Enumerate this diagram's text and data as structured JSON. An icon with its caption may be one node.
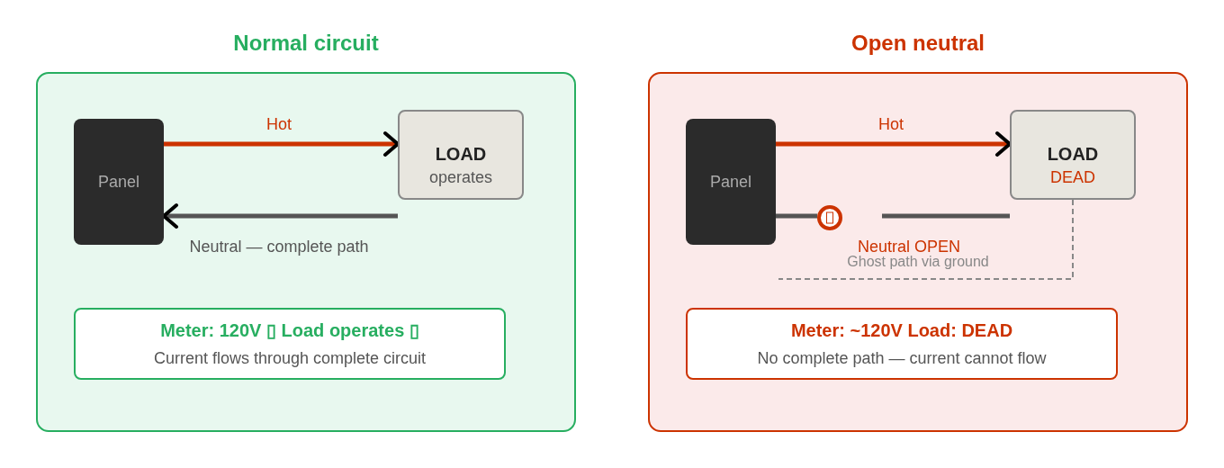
{
  "diagram": {
    "nodes": [
      {
        "text": [
          "Normal circuit"
        ]
      },
      {
        "text": [
          "Panel"
        ],
        "in": 0
      },
      {
        "text": [
          "LOAD",
          "operates"
        ],
        "in": 0
      },
      {
        "text": [
          "Meter: 120V ▯ Load operates ▯",
          "Current flows through complete circuit"
        ],
        "in": 0
      },
      {
        "text": [
          "Open neutral"
        ]
      },
      {
        "text": [
          "Panel"
        ],
        "in": 4
      },
      {
        "text": [
          "LOAD",
          "DEAD"
        ],
        "in": 4
      },
      {
        "text": [],
        "shape": "circle",
        "in": 4
      },
      {
        "text": [
          "Meter: ~120V Load: DEAD",
          "No complete path — current cannot flow"
        ],
        "in": 4
      }
    ],
    "edges": [
      {
        "from": 1,
        "to": 2,
        "arrow": "to",
        "label": "Hot",
        "color": "#cc3300"
      },
      {
        "from": 2,
        "to": 1,
        "arrow": "to",
        "label": "Neutral — complete path"
      },
      {
        "from": 5,
        "to": 6,
        "arrow": "to",
        "label": "Hot",
        "color": "#cc3300"
      },
      {
        "from": 5,
        "to": 7,
        "arrow": "none"
      },
      {
        "from": 6,
        "to": null,
        "arrow": "none"
      },
      {
        "from": 6,
        "to": null,
        "arrow": "none",
        "label": "Ghost path via ground",
        "style": "dashed",
        "color": "#888888"
      }
    ],
    "labels": [
      "Neutral OPEN"
    ]
  }
}
